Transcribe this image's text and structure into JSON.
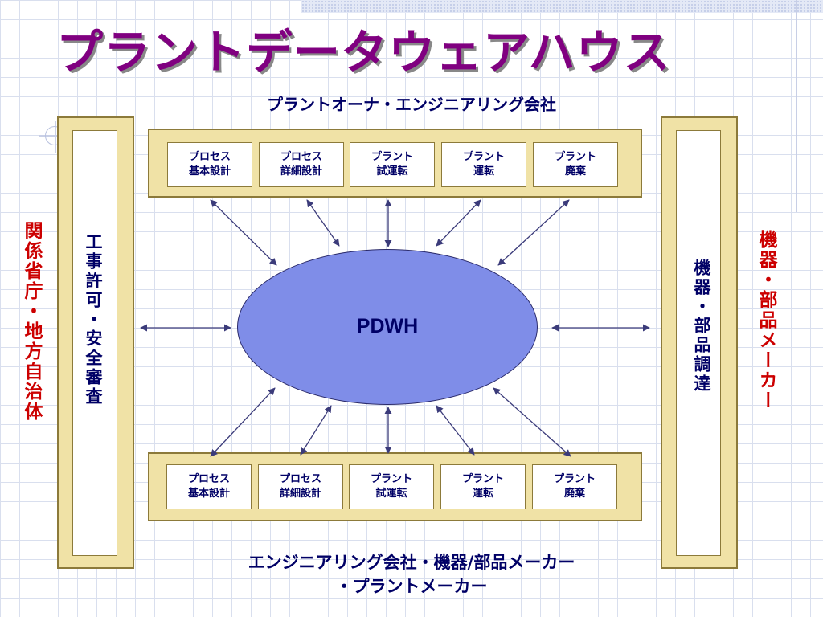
{
  "title": "プラントデータウェアハウス",
  "top_label": "プラントオーナ・エンジニアリング会社",
  "bottom_label": {
    "line1": "エンジニアリング会社・機器/部品メーカー",
    "line2": "・プラントメーカー"
  },
  "left_outer_label": "関係省庁・地方自治体",
  "right_outer_label": "機器・部品メーカー",
  "left_column_label": "工事許可・安全審査",
  "right_column_label": "機器・部品調達",
  "center_label": "PDWH",
  "stages": [
    {
      "line1": "プロセス",
      "line2": "基本設計"
    },
    {
      "line1": "プロセス",
      "line2": "詳細設計"
    },
    {
      "line1": "プラント",
      "line2": "試運転"
    },
    {
      "line1": "プラント",
      "line2": "運転"
    },
    {
      "line1": "プラント",
      "line2": "廃棄"
    }
  ],
  "colors": {
    "title": "#800080",
    "label_navy": "#000066",
    "label_red": "#cc0000",
    "panel_fill": "#f0e2a6",
    "ellipse_fill": "#7f8de8"
  }
}
